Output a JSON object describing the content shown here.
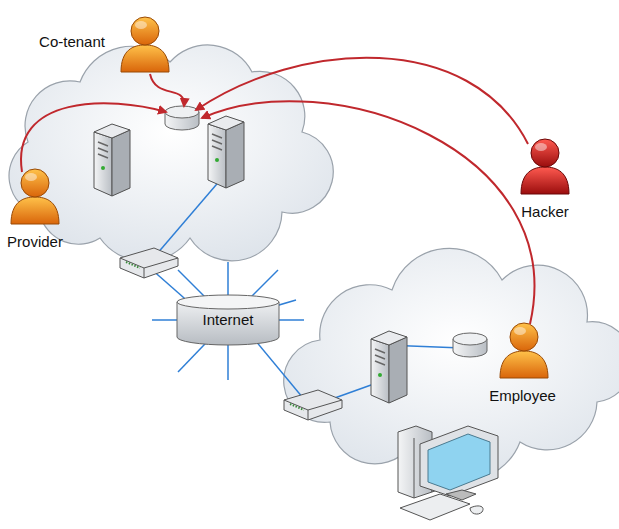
{
  "diagram": {
    "nodes": [
      {
        "text": [
          "Co-tenant"
        ]
      },
      {
        "text": [
          "Provider"
        ]
      },
      {
        "text": [
          "Hacker"
        ]
      },
      {
        "text": [
          "Internet"
        ]
      },
      {
        "text": [
          "Employee"
        ]
      }
    ]
  }
}
